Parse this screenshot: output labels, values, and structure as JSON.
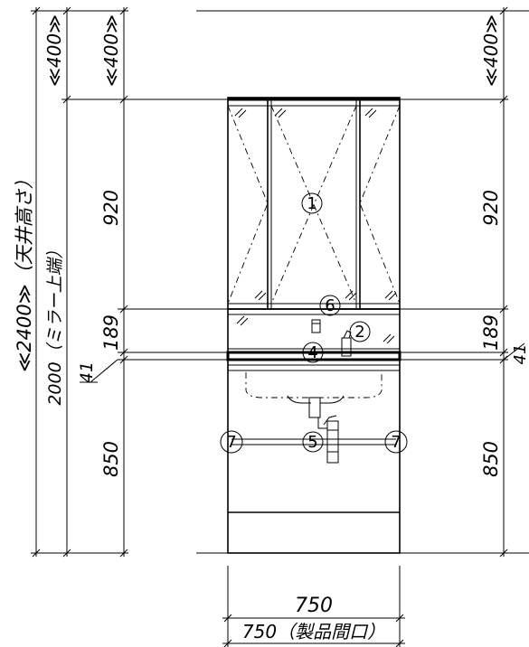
{
  "dimensions": {
    "left_outer_vertical": "≪2400≫（天井高さ）",
    "left_second_vertical": "2000（ミラー上端）",
    "left_top_space": "≪400≫",
    "mirror_height": "920",
    "counter_band_height": "189",
    "counter_thickness": "41",
    "vanity_height": "850",
    "right_top_space": "≪400≫",
    "right_mirror_height": "920",
    "right_counter_band_height": "189",
    "right_counter_thickness": "41",
    "right_vanity_height": "850",
    "width": "750",
    "product_width": "750（製品間口）"
  },
  "parts": {
    "mirror": "1",
    "faucet": "2",
    "drain_outlet": "4",
    "drain_trap": "5",
    "shelf": "6",
    "water_supply": "7"
  }
}
